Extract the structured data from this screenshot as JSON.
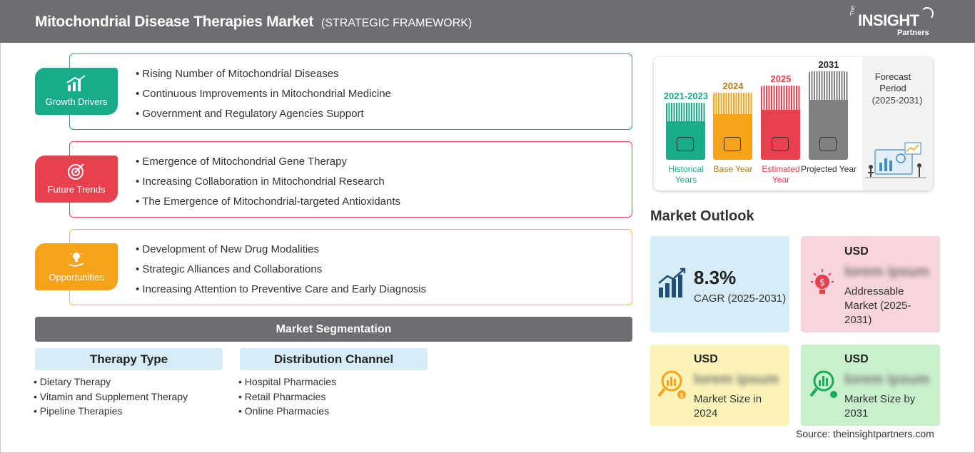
{
  "header": {
    "title": "Mitochondrial Disease Therapies Market",
    "subtitle": "(STRATEGIC FRAMEWORK)",
    "logo": {
      "the": "The",
      "insight": "INSIGHT",
      "partners": "Partners"
    }
  },
  "framework": {
    "growth_drivers": {
      "label": "Growth Drivers",
      "color": "#1aab8a",
      "items": [
        "Rising Number of Mitochondrial Diseases",
        "Continuous Improvements in Mitochondrial Medicine",
        "Government and Regulatory Agencies Support"
      ]
    },
    "future_trends": {
      "label": "Future Trends",
      "color": "#e8404f",
      "items": [
        "Emergence of Mitochondrial Gene Therapy",
        "Increasing Collaboration in Mitochondrial Research",
        "The Emergence of Mitochondrial-targeted Antioxidants"
      ]
    },
    "opportunities": {
      "label": "Opportunities",
      "color": "#f6a21a",
      "items": [
        "Development of New Drug Modalities",
        "Strategic Alliances and Collaborations",
        "Increasing Attention to Preventive Care and Early Diagnosis"
      ]
    }
  },
  "segmentation": {
    "title": "Market Segmentation",
    "therapy_type": {
      "label": "Therapy Type",
      "items": [
        "Dietary Therapy",
        "Vitamin and Supplement Therapy",
        "Pipeline Therapies"
      ]
    },
    "distribution_channel": {
      "label": "Distribution Channel",
      "items": [
        "Hospital Pharmacies",
        "Retail Pharmacies",
        "Online Pharmacies"
      ]
    }
  },
  "timeline": {
    "bars": [
      {
        "year": "2021-2023",
        "caption": "Historical Years",
        "color": "#1aab8a"
      },
      {
        "year": "2024",
        "caption": "Base Year",
        "color": "#f6a21a",
        "year_color": "#b8791a"
      },
      {
        "year": "2025",
        "caption": "Estimated Year",
        "color": "#e8404f"
      },
      {
        "year": "2031",
        "caption": "Projected Year",
        "color": "#808080",
        "year_color": "#222222"
      }
    ],
    "forecast_title": "Forecast Period",
    "forecast_years": "(2025-2031)"
  },
  "outlook": {
    "title": "Market Outlook",
    "cagr": {
      "value": "8.3%",
      "label": "CAGR (2025-2031)"
    },
    "addressable": {
      "currency": "USD",
      "value": "lorem ipsum",
      "label": "Addressable Market (2025-2031)"
    },
    "size_2024": {
      "currency": "USD",
      "value": "lorem ipsum",
      "label": "Market Size in 2024"
    },
    "size_2031": {
      "currency": "USD",
      "value": "lorem ipsum",
      "label": "Market Size by 2031"
    }
  },
  "source": "Source: theinsightpartners.com"
}
